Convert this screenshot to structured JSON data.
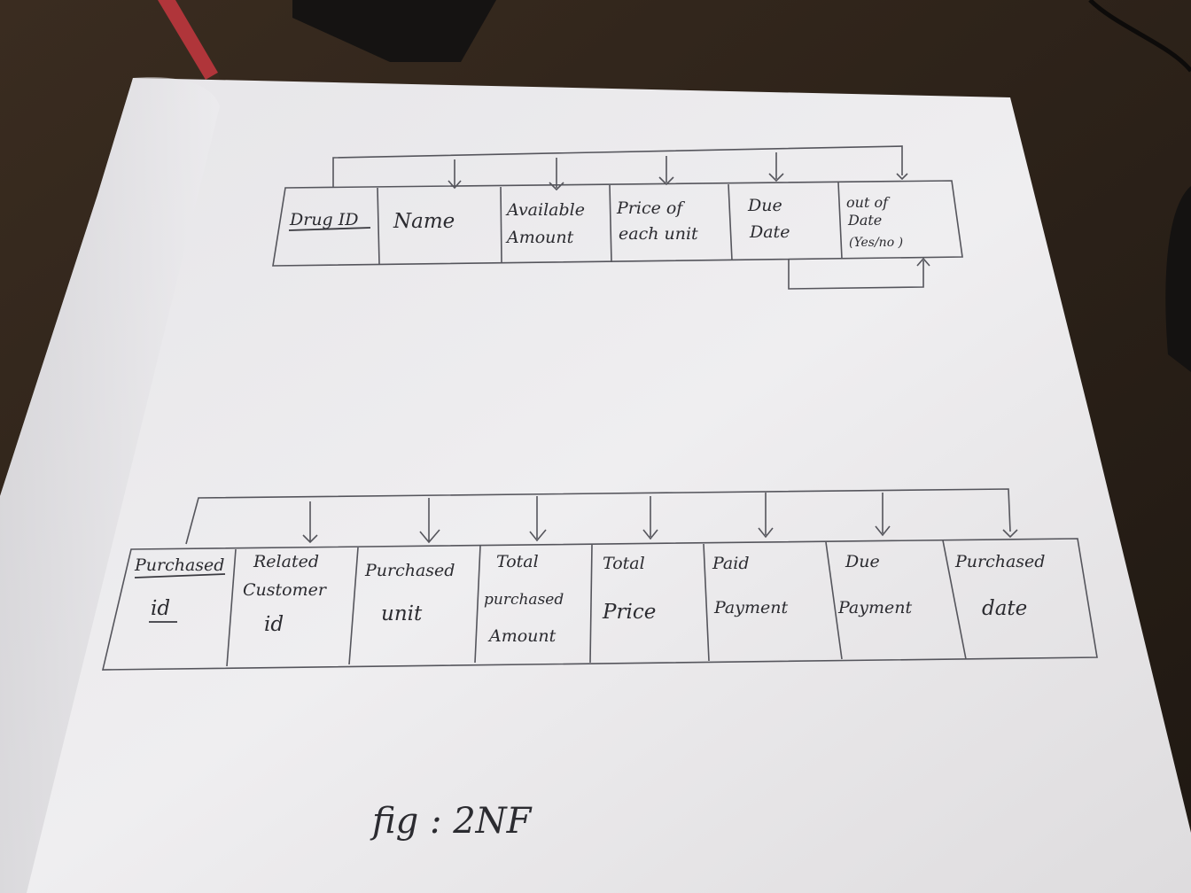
{
  "table_2nf_drug": {
    "columns": [
      {
        "lines": [
          "Drug ID"
        ],
        "key": true
      },
      {
        "lines": [
          "Name"
        ]
      },
      {
        "lines": [
          "Available",
          "Amount"
        ]
      },
      {
        "lines": [
          "Price of",
          "each unit"
        ]
      },
      {
        "lines": [
          "Due",
          "Date"
        ]
      },
      {
        "lines": [
          "out of",
          "Date",
          "(Yes/no )"
        ]
      }
    ]
  },
  "table_2nf_purchase": {
    "columns": [
      {
        "lines": [
          "Purchased",
          "id"
        ],
        "key": true
      },
      {
        "lines": [
          "Related",
          "Customer",
          "id"
        ]
      },
      {
        "lines": [
          "Purchased",
          "unit"
        ]
      },
      {
        "lines": [
          "Total",
          "purchased",
          "Amount"
        ]
      },
      {
        "lines": [
          "Total",
          "Price"
        ]
      },
      {
        "lines": [
          "Paid",
          "Payment"
        ]
      },
      {
        "lines": [
          "Due",
          "Payment"
        ]
      },
      {
        "lines": [
          "Purchased",
          "date"
        ]
      }
    ]
  },
  "caption": "fig : 2NF",
  "colors": {
    "background_table": "#2a2119",
    "paper": "#e9e8ea",
    "ink": "#2b2b30",
    "pencil_body": "#b0353a"
  }
}
